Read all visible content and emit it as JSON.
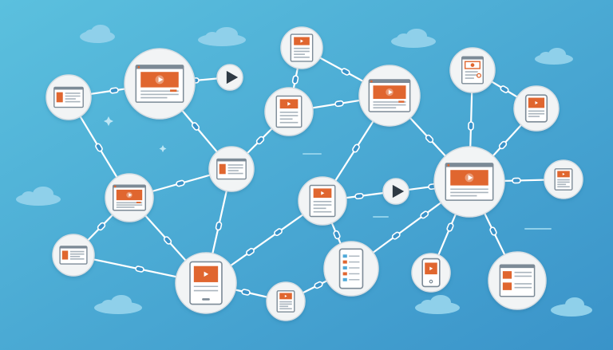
{
  "colors": {
    "bg_top": "#5BC0DE",
    "bg_bottom": "#3A93C9",
    "cloud": "#8FD0EA",
    "node": "#F2F4F5",
    "node_stroke": "#D7DEE3",
    "edge": "#FFFFFF",
    "accent": "#E0662F",
    "doc_border": "#7C8A96",
    "doc_line": "#A9B4BD",
    "play_dark": "#2F3A44"
  },
  "diagram": {
    "kind": "content-network",
    "node_count": 20,
    "edge_count": 28,
    "icons": [
      "web-page-icon",
      "video-player-icon",
      "document-icon",
      "mobile-phone-icon",
      "tablet-icon",
      "play-button-icon",
      "article-icon"
    ]
  }
}
